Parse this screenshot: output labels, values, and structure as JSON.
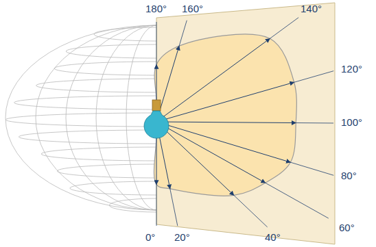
{
  "diagram": {
    "labels": [
      "180°",
      "160°",
      "140°",
      "120°",
      "100°",
      "80°",
      "60°",
      "40°",
      "20°",
      "0°"
    ]
  }
}
